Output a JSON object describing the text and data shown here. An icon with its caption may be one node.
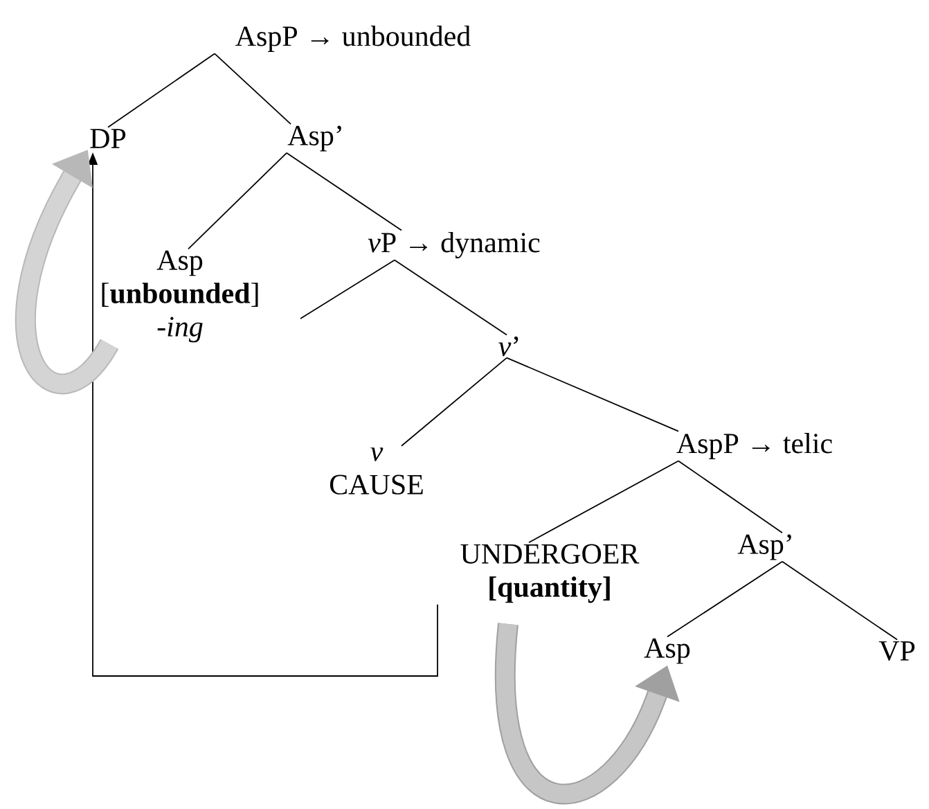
{
  "diagram": {
    "nodes": [
      {
        "text": [
          "AspP → unbounded"
        ]
      },
      {
        "text": [
          "DP"
        ]
      },
      {
        "text": [
          "Asp’"
        ]
      },
      {
        "text": [
          "Asp",
          "[**unbounded**]",
          "-*ing*"
        ]
      },
      {
        "text": [
          "v",
          "P → dynamic"
        ]
      },
      {
        "text": [
          "v",
          "’"
        ]
      },
      {
        "text": [
          "v",
          "CAUSE"
        ]
      },
      {
        "text": [
          "AspP  →  telic"
        ]
      },
      {
        "text": [
          "UNDERGOER",
          "[quantity]"
        ]
      },
      {
        "text": [
          "Asp’"
        ]
      },
      {
        "text": [
          "Asp"
        ]
      },
      {
        "text": [
          "VP"
        ]
      }
    ],
    "edges": [
      {
        "from": 0,
        "to": 1,
        "arrow": "none"
      },
      {
        "from": 0,
        "to": 2,
        "arrow": "none"
      },
      {
        "from": 2,
        "to": 3,
        "arrow": "none"
      },
      {
        "from": 2,
        "to": 4,
        "arrow": "none"
      },
      {
        "from": 4,
        "to": null,
        "arrow": "none"
      },
      {
        "from": 4,
        "to": 5,
        "arrow": "none"
      },
      {
        "from": 5,
        "to": 6,
        "arrow": "none"
      },
      {
        "from": 5,
        "to": 7,
        "arrow": "none"
      },
      {
        "from": 7,
        "to": 8,
        "arrow": "none"
      },
      {
        "from": 7,
        "to": 9,
        "arrow": "none"
      },
      {
        "from": 9,
        "to": 10,
        "arrow": "none"
      },
      {
        "from": 9,
        "to": 11,
        "arrow": "none"
      },
      {
        "from": 8,
        "to": 1,
        "arrow": "to"
      },
      {
        "from": 3,
        "to": 1,
        "arrow": "to",
        "style": "thick",
        "color": "#b8b8b8"
      },
      {
        "from": 8,
        "to": 10,
        "arrow": "to",
        "style": "thick",
        "color": "#a0a0a0"
      }
    ]
  }
}
